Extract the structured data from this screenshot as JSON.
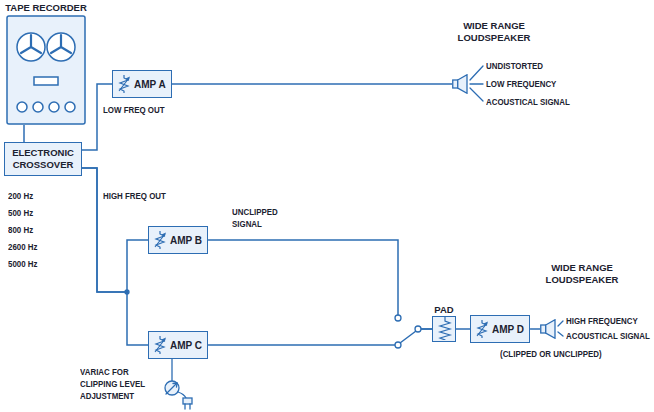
{
  "diagram": {
    "nodes": [
      {
        "text": [
          "TAPE RECORDER"
        ]
      },
      {
        "text": [
          "ELECTRONIC CROSSOVER"
        ]
      },
      {
        "text": [
          "AMP A"
        ]
      },
      {
        "text": [
          "WIDE RANGE LOUDSPEAKER"
        ]
      },
      {
        "text": [
          "AMP B"
        ]
      },
      {
        "text": [
          "AMP C"
        ]
      },
      {
        "text": [
          "PAD"
        ]
      },
      {
        "text": [
          "AMP D"
        ]
      },
      {
        "text": [
          "WIDE RANGE LOUDSPEAKER"
        ]
      }
    ],
    "edges": [
      {
        "from": 0,
        "to": 1,
        "arrow": "none"
      },
      {
        "from": 1,
        "to": 2,
        "label": "LOW FREQ OUT",
        "arrow": "none"
      },
      {
        "from": 1,
        "to": 4,
        "label": "HIGH FREQ OUT",
        "arrow": "none"
      },
      {
        "from": 1,
        "to": 5,
        "arrow": "none"
      },
      {
        "from": 2,
        "to": 3,
        "arrow": "none"
      },
      {
        "from": 4,
        "to": 6,
        "label": "UNCLIPPED SIGNAL",
        "arrow": "none"
      },
      {
        "from": 5,
        "to": 6,
        "arrow": "none"
      },
      {
        "from": 6,
        "to": 7,
        "arrow": "none"
      },
      {
        "from": 7,
        "to": 8,
        "arrow": "none"
      }
    ],
    "labels": [
      "200 Hz",
      "500 Hz",
      "800 Hz",
      "2600 Hz",
      "5000 Hz",
      "UNDISTORTED",
      "LOW FREQUENCY",
      "ACOUSTICAL SIGNAL",
      "HIGH FREQUENCY",
      "ACOUSTICAL SIGNAL",
      "(CLIPPED OR UNCLIPPED)",
      "VARIAC FOR CLIPPING LEVEL ADJUSTMENT"
    ]
  }
}
